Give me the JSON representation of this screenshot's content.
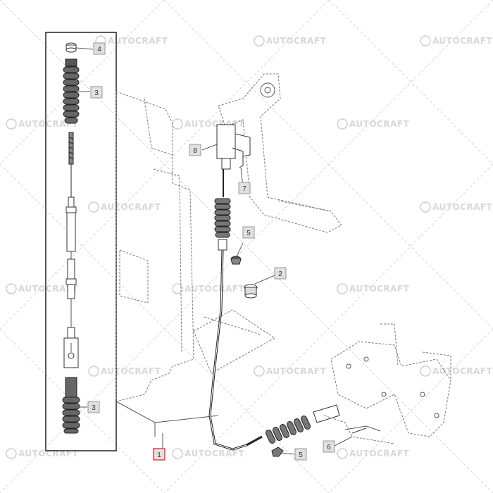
{
  "watermark": {
    "text": "AUTOCRAFT"
  },
  "callouts": [
    {
      "id": "c4",
      "label": "4"
    },
    {
      "id": "c3a",
      "label": "3"
    },
    {
      "id": "c8",
      "label": "8"
    },
    {
      "id": "c7",
      "label": "7"
    },
    {
      "id": "c5a",
      "label": "5"
    },
    {
      "id": "c2",
      "label": "2"
    },
    {
      "id": "c3b",
      "label": "3"
    },
    {
      "id": "c6",
      "label": "6"
    },
    {
      "id": "c5b",
      "label": "5"
    },
    {
      "id": "c1",
      "label": "1"
    }
  ],
  "colors": {
    "callout_fill": "#e0e0e0",
    "callout_border": "#999999",
    "highlight_border": "#e04040",
    "watermark": "#d8d8d8",
    "line": "#333333"
  }
}
